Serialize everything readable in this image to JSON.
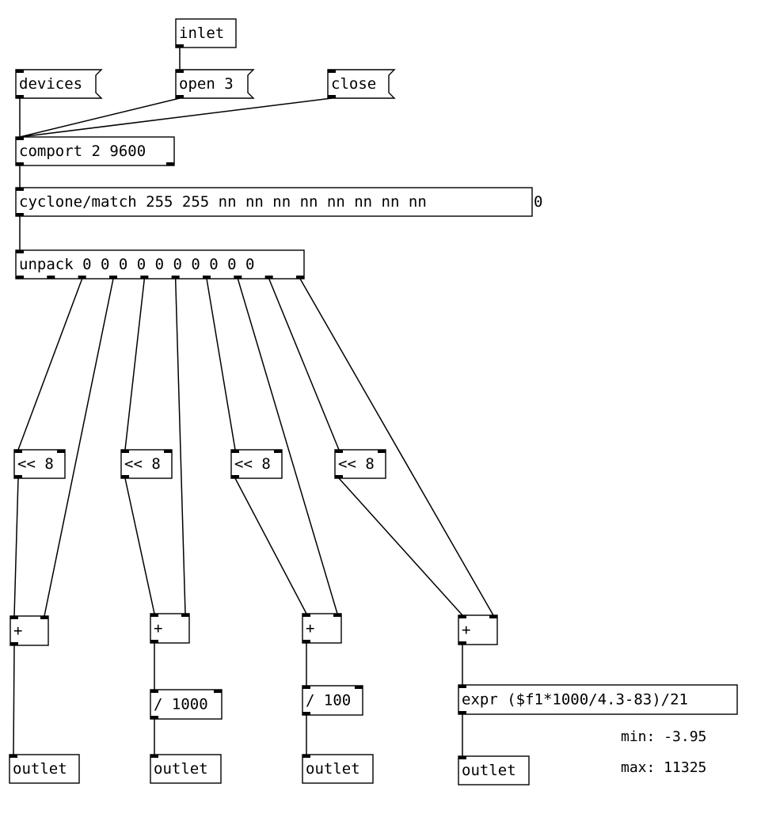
{
  "patch": {
    "boxes": [
      {
        "id": "inlet",
        "kind": "object",
        "text": "inlet",
        "inlets": 0,
        "outlets": 1
      },
      {
        "id": "devices",
        "kind": "message",
        "text": "devices",
        "inlets": 1,
        "outlets": 1
      },
      {
        "id": "open",
        "kind": "message",
        "text": "open 3",
        "inlets": 1,
        "outlets": 1
      },
      {
        "id": "close",
        "kind": "message",
        "text": "close",
        "inlets": 1,
        "outlets": 1
      },
      {
        "id": "comport",
        "kind": "object",
        "text": "comport 2 9600",
        "inlets": 1,
        "outlets": 2
      },
      {
        "id": "match",
        "kind": "object",
        "text": "cyclone/match 255 255 nn nn nn nn nn nn nn nn",
        "inlets": 1,
        "outlets": 1
      },
      {
        "id": "match_num",
        "kind": "number",
        "text": "0",
        "inlets": 0,
        "outlets": 0
      },
      {
        "id": "unpack",
        "kind": "object",
        "text": "unpack 0 0 0 0 0 0 0 0 0 0",
        "inlets": 1,
        "outlets": 10
      },
      {
        "id": "shift1",
        "kind": "object",
        "text": "<< 8",
        "inlets": 2,
        "outlets": 1
      },
      {
        "id": "shift2",
        "kind": "object",
        "text": "<< 8",
        "inlets": 2,
        "outlets": 1
      },
      {
        "id": "shift3",
        "kind": "object",
        "text": "<< 8",
        "inlets": 2,
        "outlets": 1
      },
      {
        "id": "shift4",
        "kind": "object",
        "text": "<< 8",
        "inlets": 2,
        "outlets": 1
      },
      {
        "id": "plus1",
        "kind": "object",
        "text": "+",
        "inlets": 2,
        "outlets": 1
      },
      {
        "id": "plus2",
        "kind": "object",
        "text": "+",
        "inlets": 2,
        "outlets": 1
      },
      {
        "id": "plus3",
        "kind": "object",
        "text": "+",
        "inlets": 2,
        "outlets": 1
      },
      {
        "id": "plus4",
        "kind": "object",
        "text": "+",
        "inlets": 2,
        "outlets": 1
      },
      {
        "id": "div1000",
        "kind": "object",
        "text": "/ 1000",
        "inlets": 2,
        "outlets": 1
      },
      {
        "id": "div100",
        "kind": "object",
        "text": "/ 100",
        "inlets": 2,
        "outlets": 1
      },
      {
        "id": "expr",
        "kind": "object",
        "text": "expr ($f1*1000/4.3-83)/21",
        "inlets": 1,
        "outlets": 1
      },
      {
        "id": "outlet1",
        "kind": "object",
        "text": "outlet",
        "inlets": 1,
        "outlets": 0
      },
      {
        "id": "outlet2",
        "kind": "object",
        "text": "outlet",
        "inlets": 1,
        "outlets": 0
      },
      {
        "id": "outlet3",
        "kind": "object",
        "text": "outlet",
        "inlets": 1,
        "outlets": 0
      },
      {
        "id": "outlet4",
        "kind": "object",
        "text": "outlet",
        "inlets": 1,
        "outlets": 0
      }
    ],
    "connections": [
      {
        "from": "inlet",
        "outlet": 0,
        "to": "open",
        "inlet": 0
      },
      {
        "from": "devices",
        "outlet": 0,
        "to": "comport",
        "inlet": 0
      },
      {
        "from": "open",
        "outlet": 0,
        "to": "comport",
        "inlet": 0
      },
      {
        "from": "close",
        "outlet": 0,
        "to": "comport",
        "inlet": 0
      },
      {
        "from": "comport",
        "outlet": 0,
        "to": "match",
        "inlet": 0
      },
      {
        "from": "match",
        "outlet": 0,
        "to": "unpack",
        "inlet": 0
      },
      {
        "from": "unpack",
        "outlet": 2,
        "to": "shift1",
        "inlet": 0
      },
      {
        "from": "unpack",
        "outlet": 3,
        "to": "plus1",
        "inlet": 1
      },
      {
        "from": "unpack",
        "outlet": 4,
        "to": "shift2",
        "inlet": 0
      },
      {
        "from": "unpack",
        "outlet": 5,
        "to": "plus2",
        "inlet": 1
      },
      {
        "from": "unpack",
        "outlet": 6,
        "to": "shift3",
        "inlet": 0
      },
      {
        "from": "unpack",
        "outlet": 7,
        "to": "plus3",
        "inlet": 1
      },
      {
        "from": "unpack",
        "outlet": 8,
        "to": "shift4",
        "inlet": 0
      },
      {
        "from": "unpack",
        "outlet": 9,
        "to": "plus4",
        "inlet": 1
      },
      {
        "from": "shift1",
        "outlet": 0,
        "to": "plus1",
        "inlet": 0
      },
      {
        "from": "shift2",
        "outlet": 0,
        "to": "plus2",
        "inlet": 0
      },
      {
        "from": "shift3",
        "outlet": 0,
        "to": "plus3",
        "inlet": 0
      },
      {
        "from": "shift4",
        "outlet": 0,
        "to": "plus4",
        "inlet": 0
      },
      {
        "from": "plus1",
        "outlet": 0,
        "to": "outlet1",
        "inlet": 0
      },
      {
        "from": "plus2",
        "outlet": 0,
        "to": "div1000",
        "inlet": 0
      },
      {
        "from": "div1000",
        "outlet": 0,
        "to": "outlet2",
        "inlet": 0
      },
      {
        "from": "plus3",
        "outlet": 0,
        "to": "div100",
        "inlet": 0
      },
      {
        "from": "div100",
        "outlet": 0,
        "to": "outlet3",
        "inlet": 0
      },
      {
        "from": "plus4",
        "outlet": 0,
        "to": "expr",
        "inlet": 0
      },
      {
        "from": "expr",
        "outlet": 0,
        "to": "outlet4",
        "inlet": 0
      }
    ],
    "comments": [
      {
        "id": "min",
        "text": "min: -3.95"
      },
      {
        "id": "max",
        "text": "max: 11325"
      }
    ]
  }
}
